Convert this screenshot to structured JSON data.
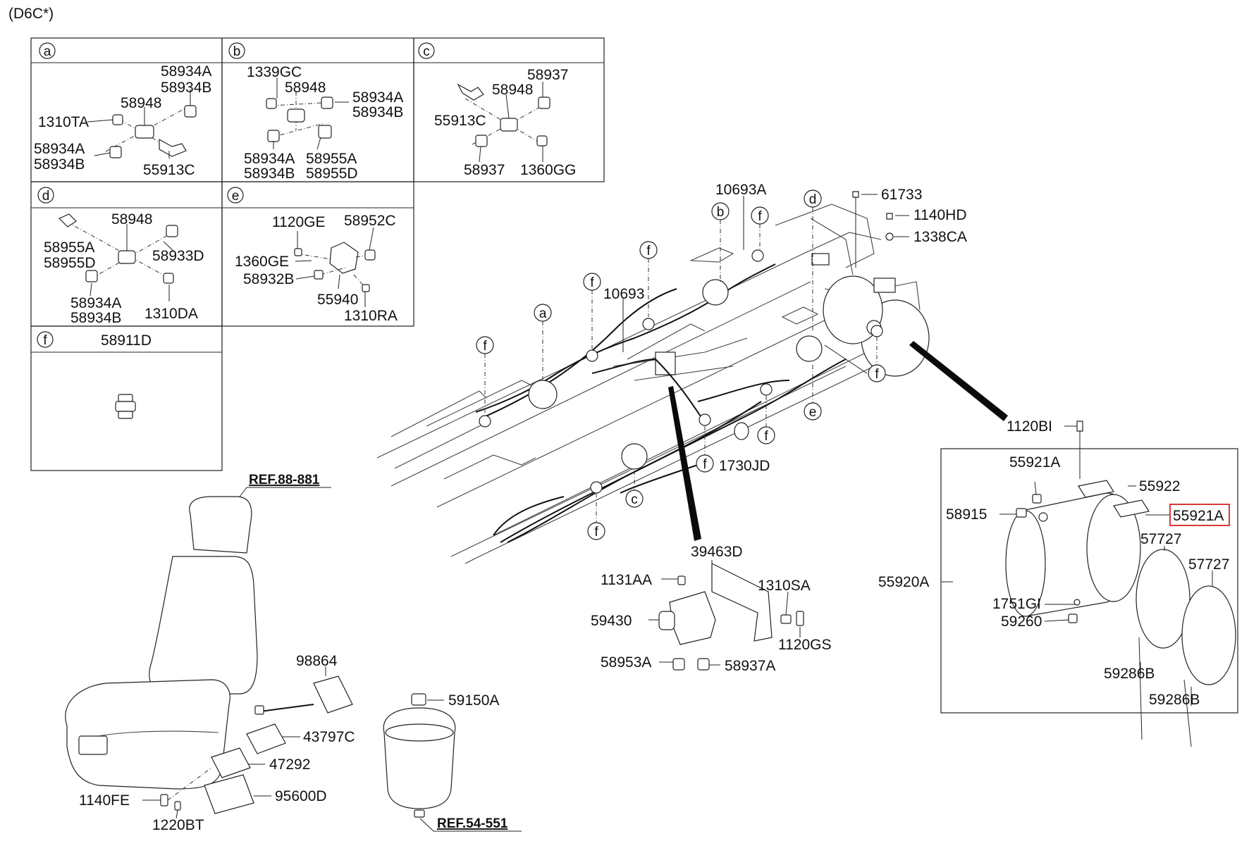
{
  "header": {
    "model_code": "(D6C*)"
  },
  "detail_boxes": [
    {
      "key": "a",
      "letter": "a",
      "parts": [
        "58934A",
        "58934B",
        "58948",
        "1310TA",
        "58934A",
        "58934B",
        "55913C"
      ]
    },
    {
      "key": "b",
      "letter": "b",
      "parts": [
        "1339GC",
        "58948",
        "58934A",
        "58934B",
        "58934A",
        "58934B",
        "58955A",
        "58955D"
      ]
    },
    {
      "key": "c",
      "letter": "c",
      "parts": [
        "58937",
        "58948",
        "55913C",
        "58937",
        "1360GG"
      ]
    },
    {
      "key": "d",
      "letter": "d",
      "parts": [
        "58948",
        "58955A",
        "58955D",
        "58933D",
        "58934A",
        "58934B",
        "1310DA"
      ]
    },
    {
      "key": "e",
      "letter": "e",
      "parts": [
        "1120GE",
        "58952C",
        "1360GE",
        "58932B",
        "55940",
        "1310RA"
      ]
    },
    {
      "key": "f",
      "letter": "f",
      "parts": [
        "58911D"
      ]
    }
  ],
  "frame_labels": {
    "parts": [
      "10693A",
      "61733",
      "1140HD",
      "1338CA",
      "10693",
      "1730JD",
      "1120BI"
    ],
    "callouts": [
      "b",
      "f",
      "d",
      "f",
      "f",
      "a",
      "f",
      "f",
      "e",
      "f",
      "f",
      "c",
      "f"
    ]
  },
  "tank_box": {
    "parts": [
      "55921A",
      "55922",
      "58915",
      "55921A",
      "57727",
      "57727",
      "55920A",
      "1751GI",
      "59260",
      "59286B",
      "59286B"
    ],
    "highlighted_part": "55921A"
  },
  "valve_group": {
    "parts": [
      "39463D",
      "1131AA",
      "1310SA",
      "59430",
      "1120GS",
      "58953A",
      "58937A"
    ]
  },
  "seat_group": {
    "reference": "REF.88-881",
    "parts": [
      "98864",
      "43797C",
      "47292",
      "1140FE",
      "95600D",
      "1220BT"
    ]
  },
  "air_spring": {
    "parts": [
      "59150A"
    ],
    "reference": "REF.54-551"
  },
  "colors": {
    "highlight": "#d93a3a",
    "line": "#222222",
    "background": "#ffffff"
  }
}
